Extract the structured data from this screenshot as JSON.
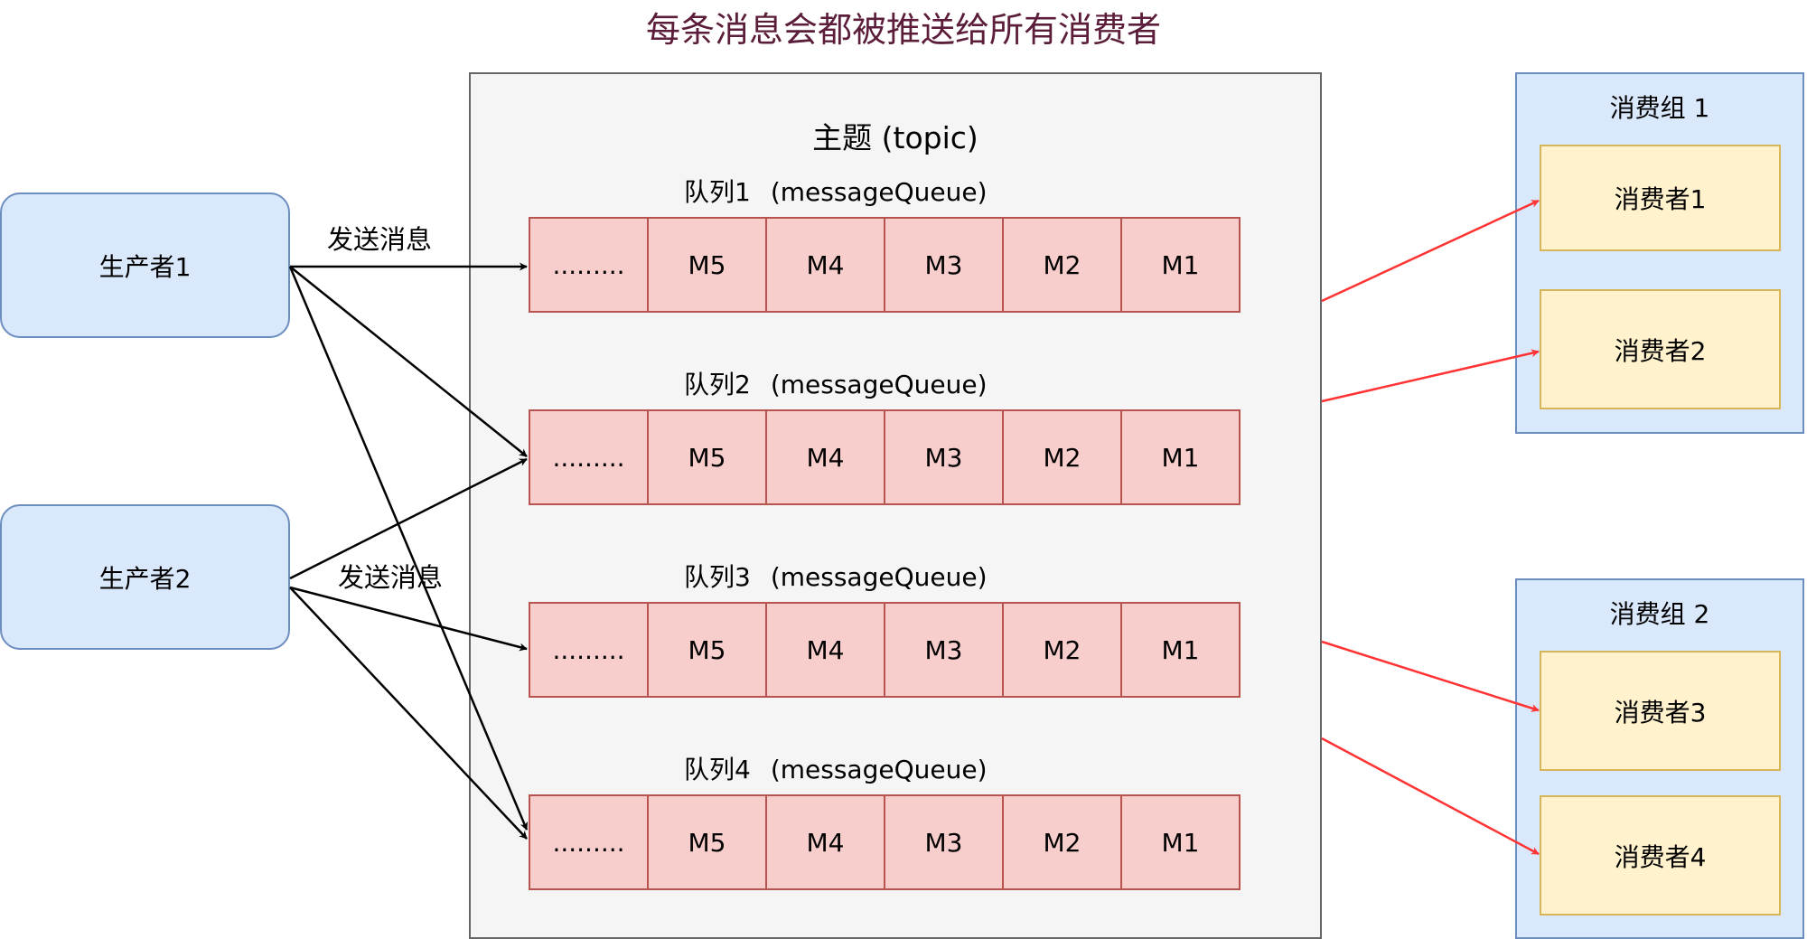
{
  "title": "每条消息会都被推送给所有消费者",
  "producers": [
    {
      "label": "生产者1"
    },
    {
      "label": "生产者2"
    }
  ],
  "edge_labels": [
    "发送消息",
    "发送消息"
  ],
  "topic": {
    "title": "主题 (topic)",
    "queues": [
      {
        "name": "队列1",
        "type": "(messageQueue)",
        "cells": [
          ".........",
          "M5",
          "M4",
          "M3",
          "M2",
          "M1"
        ]
      },
      {
        "name": "队列2",
        "type": "(messageQueue)",
        "cells": [
          ".........",
          "M5",
          "M4",
          "M3",
          "M2",
          "M1"
        ]
      },
      {
        "name": "队列3",
        "type": "(messageQueue)",
        "cells": [
          ".........",
          "M5",
          "M4",
          "M3",
          "M2",
          "M1"
        ]
      },
      {
        "name": "队列4",
        "type": "(messageQueue)",
        "cells": [
          ".........",
          "M5",
          "M4",
          "M3",
          "M2",
          "M1"
        ]
      }
    ]
  },
  "consumer_groups": [
    {
      "title": "消费组 1",
      "consumers": [
        "消费者1",
        "消费者2"
      ]
    },
    {
      "title": "消费组 2",
      "consumers": [
        "消费者3",
        "消费者4"
      ]
    }
  ],
  "colors": {
    "producer_fill": "#dae8fc",
    "queue_cell_fill": "#f8cecc",
    "consumer_fill": "#fff2cc",
    "topic_fill": "#f5f5f5",
    "consumer_arrow": "#ff3333",
    "producer_arrow": "#000000"
  }
}
